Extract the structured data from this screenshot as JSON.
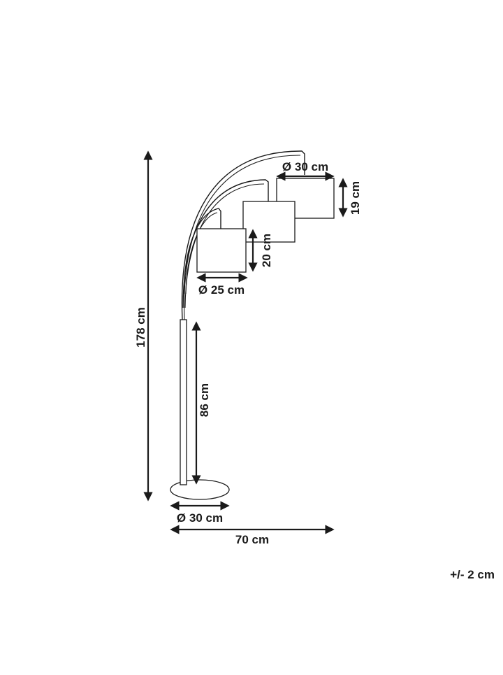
{
  "dimensions": {
    "total_height": "178 cm",
    "stand_height": "86 cm",
    "base_diameter": "Ø 30 cm",
    "total_width": "70 cm",
    "shade_large_diameter": "Ø 30 cm",
    "shade_large_height": "19 cm",
    "shade_middle_height": "20 cm",
    "shade_small_diameter": "Ø 25 cm"
  },
  "tolerance": "+/- 2 cm"
}
